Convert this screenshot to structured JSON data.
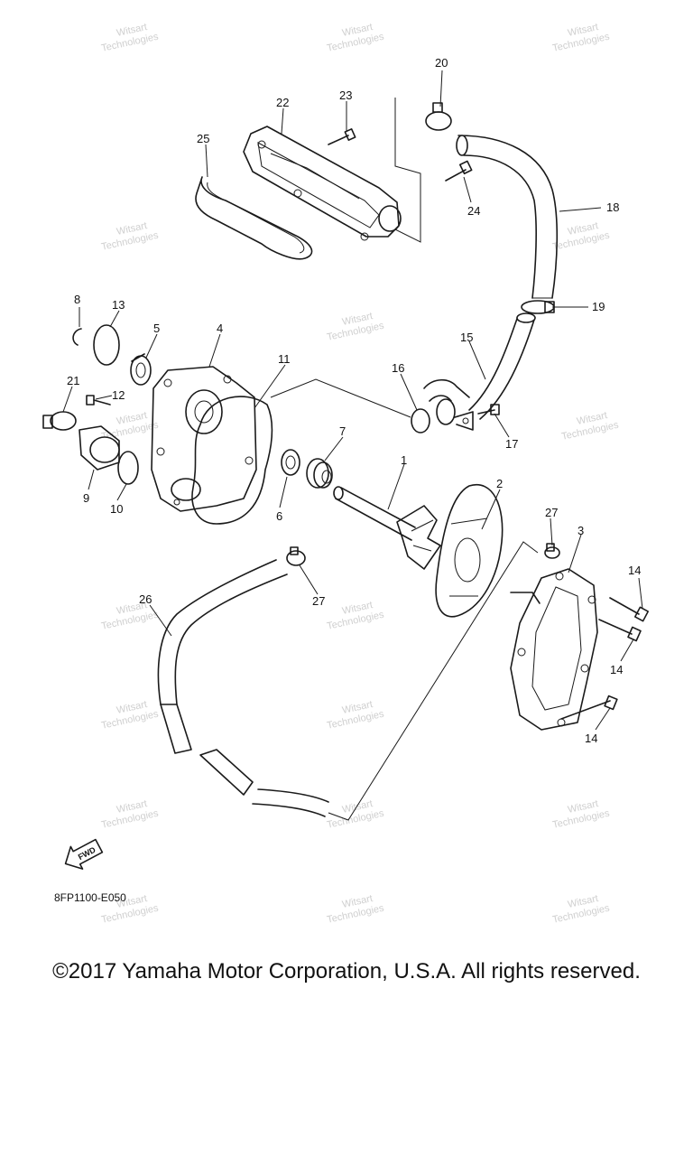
{
  "diagram": {
    "callouts": [
      "1",
      "2",
      "3",
      "4",
      "5",
      "6",
      "7",
      "8",
      "9",
      "10",
      "11",
      "12",
      "13",
      "14",
      "15",
      "16",
      "17",
      "18",
      "19",
      "20",
      "21",
      "22",
      "23",
      "24",
      "25",
      "26",
      "27"
    ],
    "drawing_code": "8FP1100-E050",
    "fwd_badge": "FWD"
  },
  "watermark": {
    "line1": "Witsart",
    "line2": "Technologies"
  },
  "footer": {
    "copyright": "©2017 Yamaha Motor Corporation, U.S.A. All rights reserved."
  }
}
